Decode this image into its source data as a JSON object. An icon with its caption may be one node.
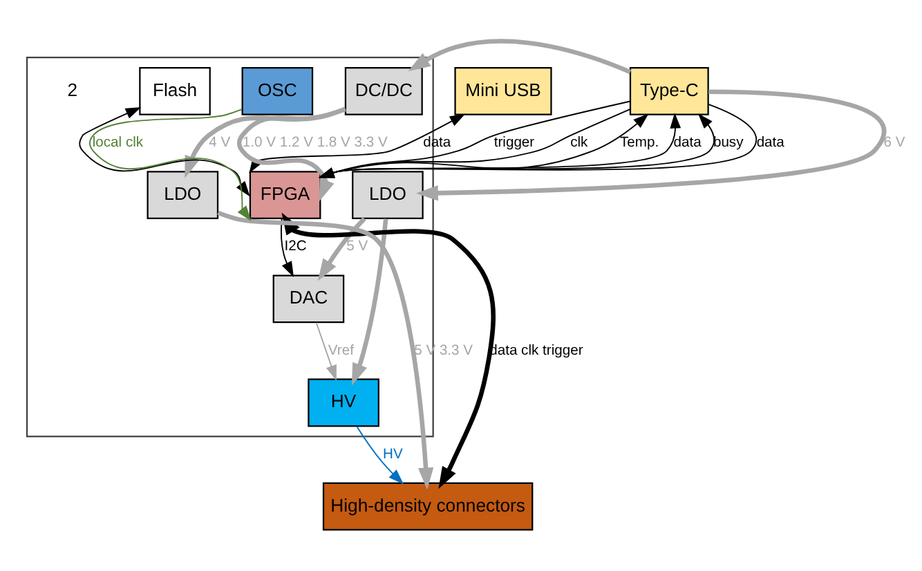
{
  "diagram": {
    "nodes": [
      {
        "text": [],
        "shape": "box"
      },
      {
        "text": [
          "Mini USB"
        ]
      },
      {
        "text": [
          "Type-C"
        ]
      },
      {
        "text": [
          "LDO"
        ],
        "in": 0
      },
      {
        "text": [
          "FPGA"
        ],
        "in": 0
      },
      {
        "text": [
          "DC/DC"
        ],
        "in": 0
      },
      {
        "text": [
          "Flash"
        ],
        "in": 0
      },
      {
        "text": [
          "DAC"
        ],
        "in": 0
      },
      {
        "text": [
          "LDO"
        ],
        "in": 0
      },
      {
        "text": [
          "OSC"
        ],
        "in": 0
      },
      {
        "text": [
          "HV"
        ],
        "in": 0
      },
      {
        "text": [
          "High-density connectors"
        ]
      }
    ],
    "edges": [
      {
        "from": 4,
        "to": 1,
        "arrow": "both",
        "label": "data"
      },
      {
        "from": 4,
        "to": 2,
        "arrow": "to",
        "label": "Temp."
      },
      {
        "from": 4,
        "to": 2,
        "arrow": "to",
        "label": "data"
      },
      {
        "from": 4,
        "to": 2,
        "arrow": "to",
        "label": "busy"
      },
      {
        "from": 2,
        "to": 4,
        "arrow": "to",
        "label": "data"
      },
      {
        "from": 2,
        "to": 4,
        "arrow": "to",
        "label": "trigger"
      },
      {
        "from": 2,
        "to": 4,
        "arrow": "to",
        "label": "clk"
      },
      {
        "from": 2,
        "to": 3,
        "arrow": "to",
        "label": "6 V",
        "style": "thick",
        "color": "#a6a6a6"
      },
      {
        "from": 2,
        "to": 5,
        "arrow": "to",
        "style": "thick",
        "color": "#a6a6a6"
      },
      {
        "from": 5,
        "to": 4,
        "arrow": "to",
        "label": "1.0 V 1.2 V 1.8 V 3.3 V",
        "style": "thick",
        "color": "#a6a6a6"
      },
      {
        "from": 6,
        "to": 4,
        "arrow": "both"
      },
      {
        "from": 9,
        "to": 4,
        "arrow": "to",
        "label": "local clk",
        "color": "#548235"
      },
      {
        "from": 4,
        "to": 7,
        "arrow": "to",
        "label": "I2C"
      },
      {
        "from": 5,
        "to": 8,
        "arrow": "to",
        "label": "4 V",
        "style": "thick",
        "color": "#a6a6a6"
      },
      {
        "from": 3,
        "to": 7,
        "arrow": "to",
        "label": "5 V",
        "style": "thick",
        "color": "#a6a6a6"
      },
      {
        "from": 3,
        "to": 10,
        "arrow": "to",
        "style": "thick",
        "color": "#a6a6a6"
      },
      {
        "from": 7,
        "to": 10,
        "arrow": "to",
        "label": "Vref",
        "color": "#a6a6a6"
      },
      {
        "from": 8,
        "to": 11,
        "arrow": "to",
        "label": "5 V 3.3 V",
        "style": "thick",
        "color": "#a6a6a6"
      },
      {
        "from": 4,
        "to": 11,
        "arrow": "both",
        "label": "data clk trigger",
        "style": "thick"
      },
      {
        "from": 10,
        "to": 11,
        "arrow": "to",
        "label": "HV",
        "color": "#0070c0"
      }
    ],
    "labels": [
      "2"
    ]
  }
}
